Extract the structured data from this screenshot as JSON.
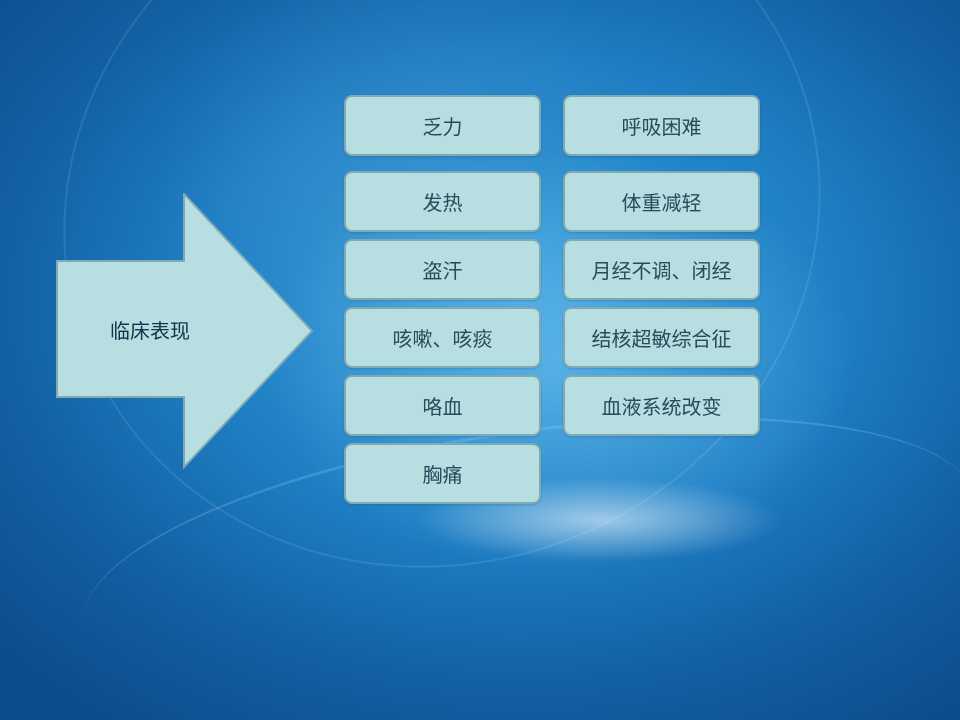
{
  "diagram": {
    "arrow_label": "临床表现",
    "left_items": [
      "乏力",
      "发热",
      "盗汗",
      "咳嗽、咳痰",
      "咯血",
      "胸痛"
    ],
    "right_items": [
      "呼吸困难",
      "体重减轻",
      "月经不调、闭经",
      "结核超敏综合征",
      "血液系统改变"
    ]
  },
  "colors": {
    "box_fill": "#b7dfe2",
    "box_border": "#7fa9b3",
    "arrow_fill": "#b7dfe2",
    "background": "#1f7fc4"
  }
}
